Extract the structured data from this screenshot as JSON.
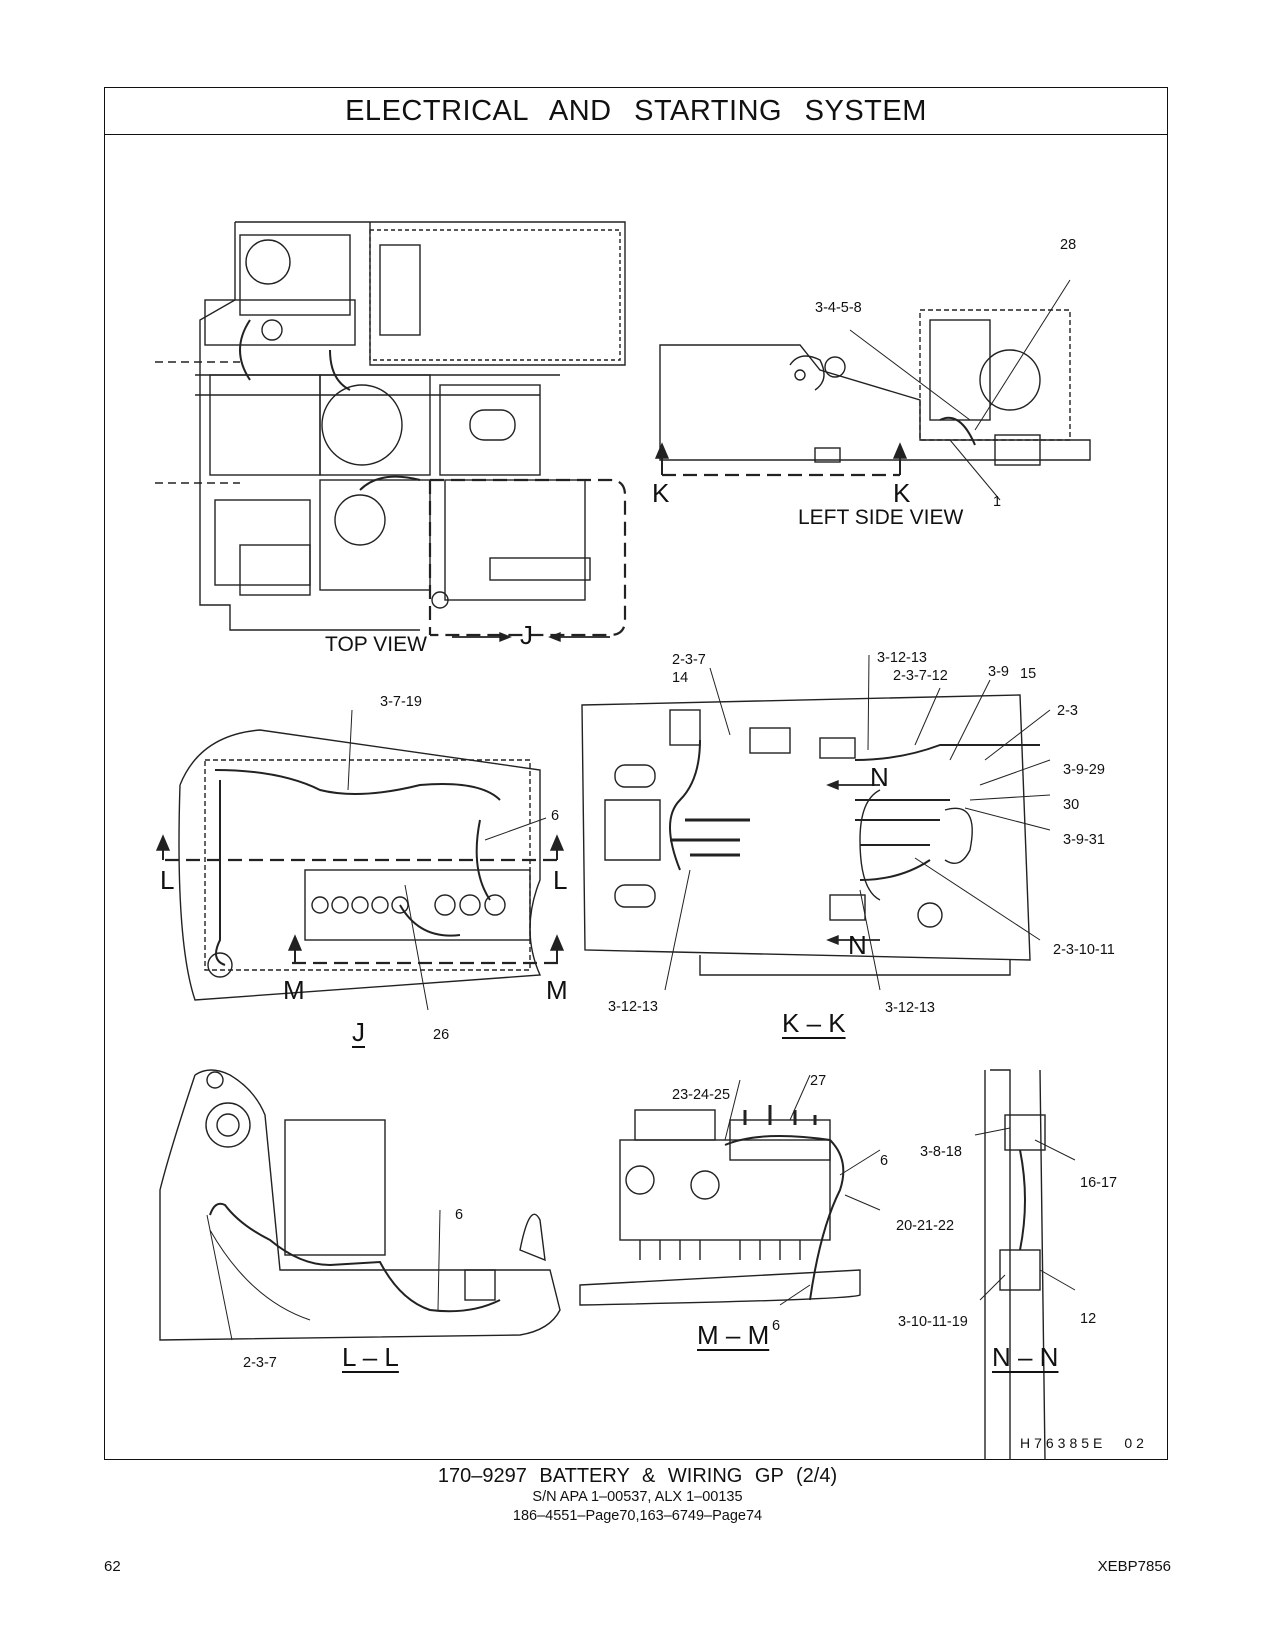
{
  "header": {
    "title": "ELECTRICAL AND STARTING SYSTEM"
  },
  "views": {
    "top_view": "TOP VIEW",
    "left_side_view": "LEFT SIDE VIEW",
    "section_j": "J",
    "section_kk": "K – K",
    "section_ll": "L – L",
    "section_mm": "M – M",
    "section_nn": "N – N"
  },
  "arrow_letters": {
    "k": "K",
    "j": "J",
    "l": "L",
    "m": "M",
    "n": "N"
  },
  "callouts": {
    "left_side": [
      "28",
      "3-4-5-8",
      "1"
    ],
    "kk": [
      "2-3-7",
      "14",
      "3-12-13",
      "2-3-7-12",
      "3-9",
      "15",
      "2-3",
      "3-9-29",
      "30",
      "3-9-31",
      "2-3-10-11",
      "3-12-13",
      "3-12-13"
    ],
    "j": [
      "3-7-19",
      "6",
      "26"
    ],
    "ll": [
      "6",
      "2-3-7"
    ],
    "mm": [
      "23-24-25",
      "27",
      "6",
      "20-21-22",
      "6"
    ],
    "nn": [
      "3-8-18",
      "16-17",
      "3-10-11-19",
      "12"
    ]
  },
  "reference": {
    "code": "H76385E",
    "rev": "02"
  },
  "caption": {
    "line1": "170–9297  BATTERY & WIRING GP (2/4)",
    "line2": "S/N APA 1–00537, ALX 1–00135",
    "line3": "186–4551–Page70,163–6749–Page74"
  },
  "footer": {
    "page": "62",
    "doc": "XEBP7856"
  }
}
